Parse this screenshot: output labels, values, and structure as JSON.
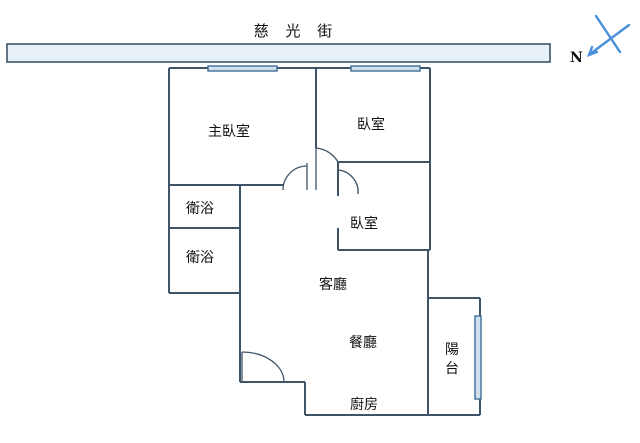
{
  "street": {
    "name": "慈 光 街"
  },
  "compass": {
    "north_label": "N",
    "arrow_color": "#4a90d9"
  },
  "rooms": {
    "master_bedroom": "主臥室",
    "bedroom_1": "臥室",
    "bedroom_2": "臥室",
    "bathroom_1": "衛浴",
    "bathroom_2": "衛浴",
    "living_room": "客廳",
    "dining_room": "餐廳",
    "kitchen": "廚房",
    "balcony_line1": "陽",
    "balcony_line2": "台"
  },
  "colors": {
    "wall": "#3f5467",
    "window_fill": "#cfe0ef",
    "window_stroke": "#3f6d97"
  }
}
